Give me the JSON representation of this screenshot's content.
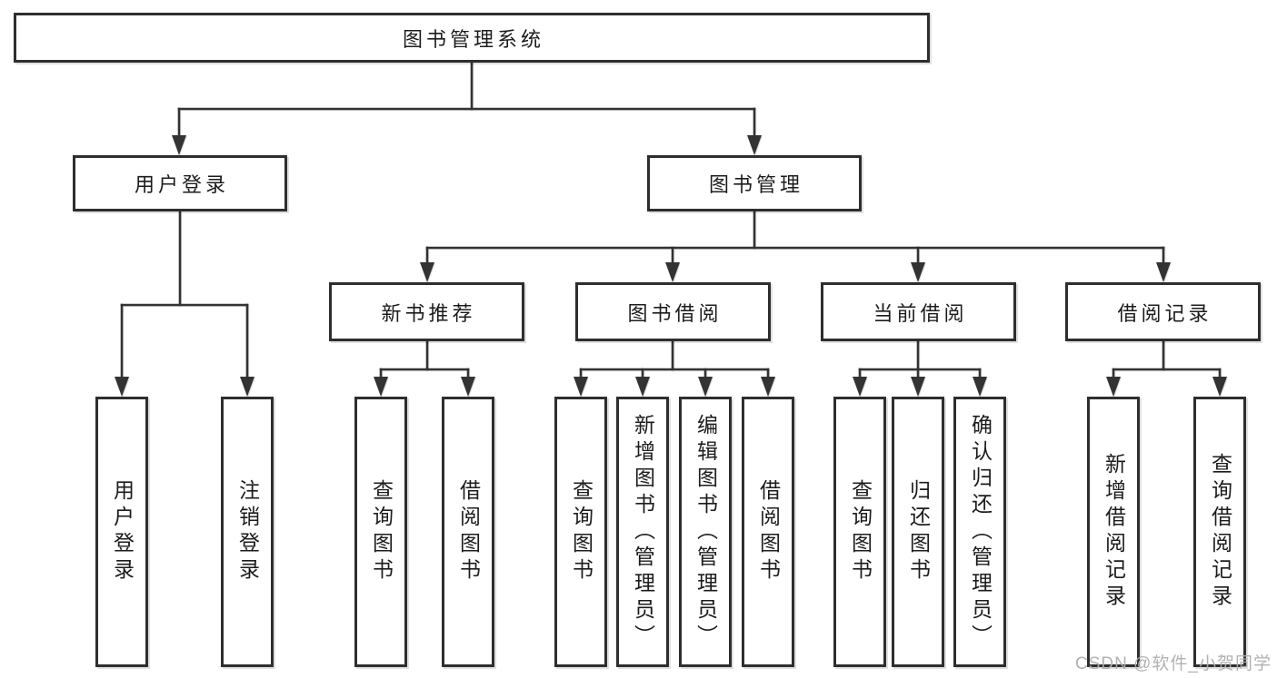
{
  "diagram": {
    "title": "图书管理系统",
    "watermark": "CSDN @软件_小贺同学",
    "colors": {
      "background": "#ffffff",
      "line": "#333333",
      "box_border": "#2e2e2e",
      "text": "#1c1c1c",
      "watermark": "#aeaeae"
    },
    "nodes": [
      {
        "id": "root",
        "label": "图书管理系统"
      },
      {
        "id": "user-login",
        "label": "用户登录"
      },
      {
        "id": "book-management",
        "label": "图书管理"
      },
      {
        "id": "new-book-recommend",
        "label": "新书推荐"
      },
      {
        "id": "book-borrow",
        "label": "图书借阅"
      },
      {
        "id": "current-borrow",
        "label": "当前借阅"
      },
      {
        "id": "borrow-records",
        "label": "借阅记录"
      },
      {
        "id": "leaf-user-login",
        "label": "用户登录"
      },
      {
        "id": "leaf-logout",
        "label": "注销登录"
      },
      {
        "id": "leaf-query-book-rec",
        "label": "查询图书"
      },
      {
        "id": "leaf-borrow-book-rec",
        "label": "借阅图书"
      },
      {
        "id": "leaf-query-book-borrow",
        "label": "查询图书"
      },
      {
        "id": "leaf-add-book-admin",
        "label": "新增图书（管理员）"
      },
      {
        "id": "leaf-edit-book-admin",
        "label": "编辑图书（管理员）"
      },
      {
        "id": "leaf-borrow-book-borrow",
        "label": "借阅图书"
      },
      {
        "id": "leaf-query-book-current",
        "label": "查询图书"
      },
      {
        "id": "leaf-return-book",
        "label": "归还图书"
      },
      {
        "id": "leaf-confirm-return-admin",
        "label": "确认归还（管理员）"
      },
      {
        "id": "leaf-add-borrow-record",
        "label": "新增借阅记录"
      },
      {
        "id": "leaf-query-borrow-record",
        "label": "查询借阅记录"
      }
    ],
    "edges": [
      [
        "root",
        "user-login"
      ],
      [
        "root",
        "book-management"
      ],
      [
        "user-login",
        "leaf-user-login"
      ],
      [
        "user-login",
        "leaf-logout"
      ],
      [
        "book-management",
        "new-book-recommend"
      ],
      [
        "book-management",
        "book-borrow"
      ],
      [
        "book-management",
        "current-borrow"
      ],
      [
        "book-management",
        "borrow-records"
      ],
      [
        "new-book-recommend",
        "leaf-query-book-rec"
      ],
      [
        "new-book-recommend",
        "leaf-borrow-book-rec"
      ],
      [
        "book-borrow",
        "leaf-query-book-borrow"
      ],
      [
        "book-borrow",
        "leaf-add-book-admin"
      ],
      [
        "book-borrow",
        "leaf-edit-book-admin"
      ],
      [
        "book-borrow",
        "leaf-borrow-book-borrow"
      ],
      [
        "current-borrow",
        "leaf-query-book-current"
      ],
      [
        "current-borrow",
        "leaf-return-book"
      ],
      [
        "current-borrow",
        "leaf-confirm-return-admin"
      ],
      [
        "borrow-records",
        "leaf-add-borrow-record"
      ],
      [
        "borrow-records",
        "leaf-query-borrow-record"
      ]
    ]
  }
}
